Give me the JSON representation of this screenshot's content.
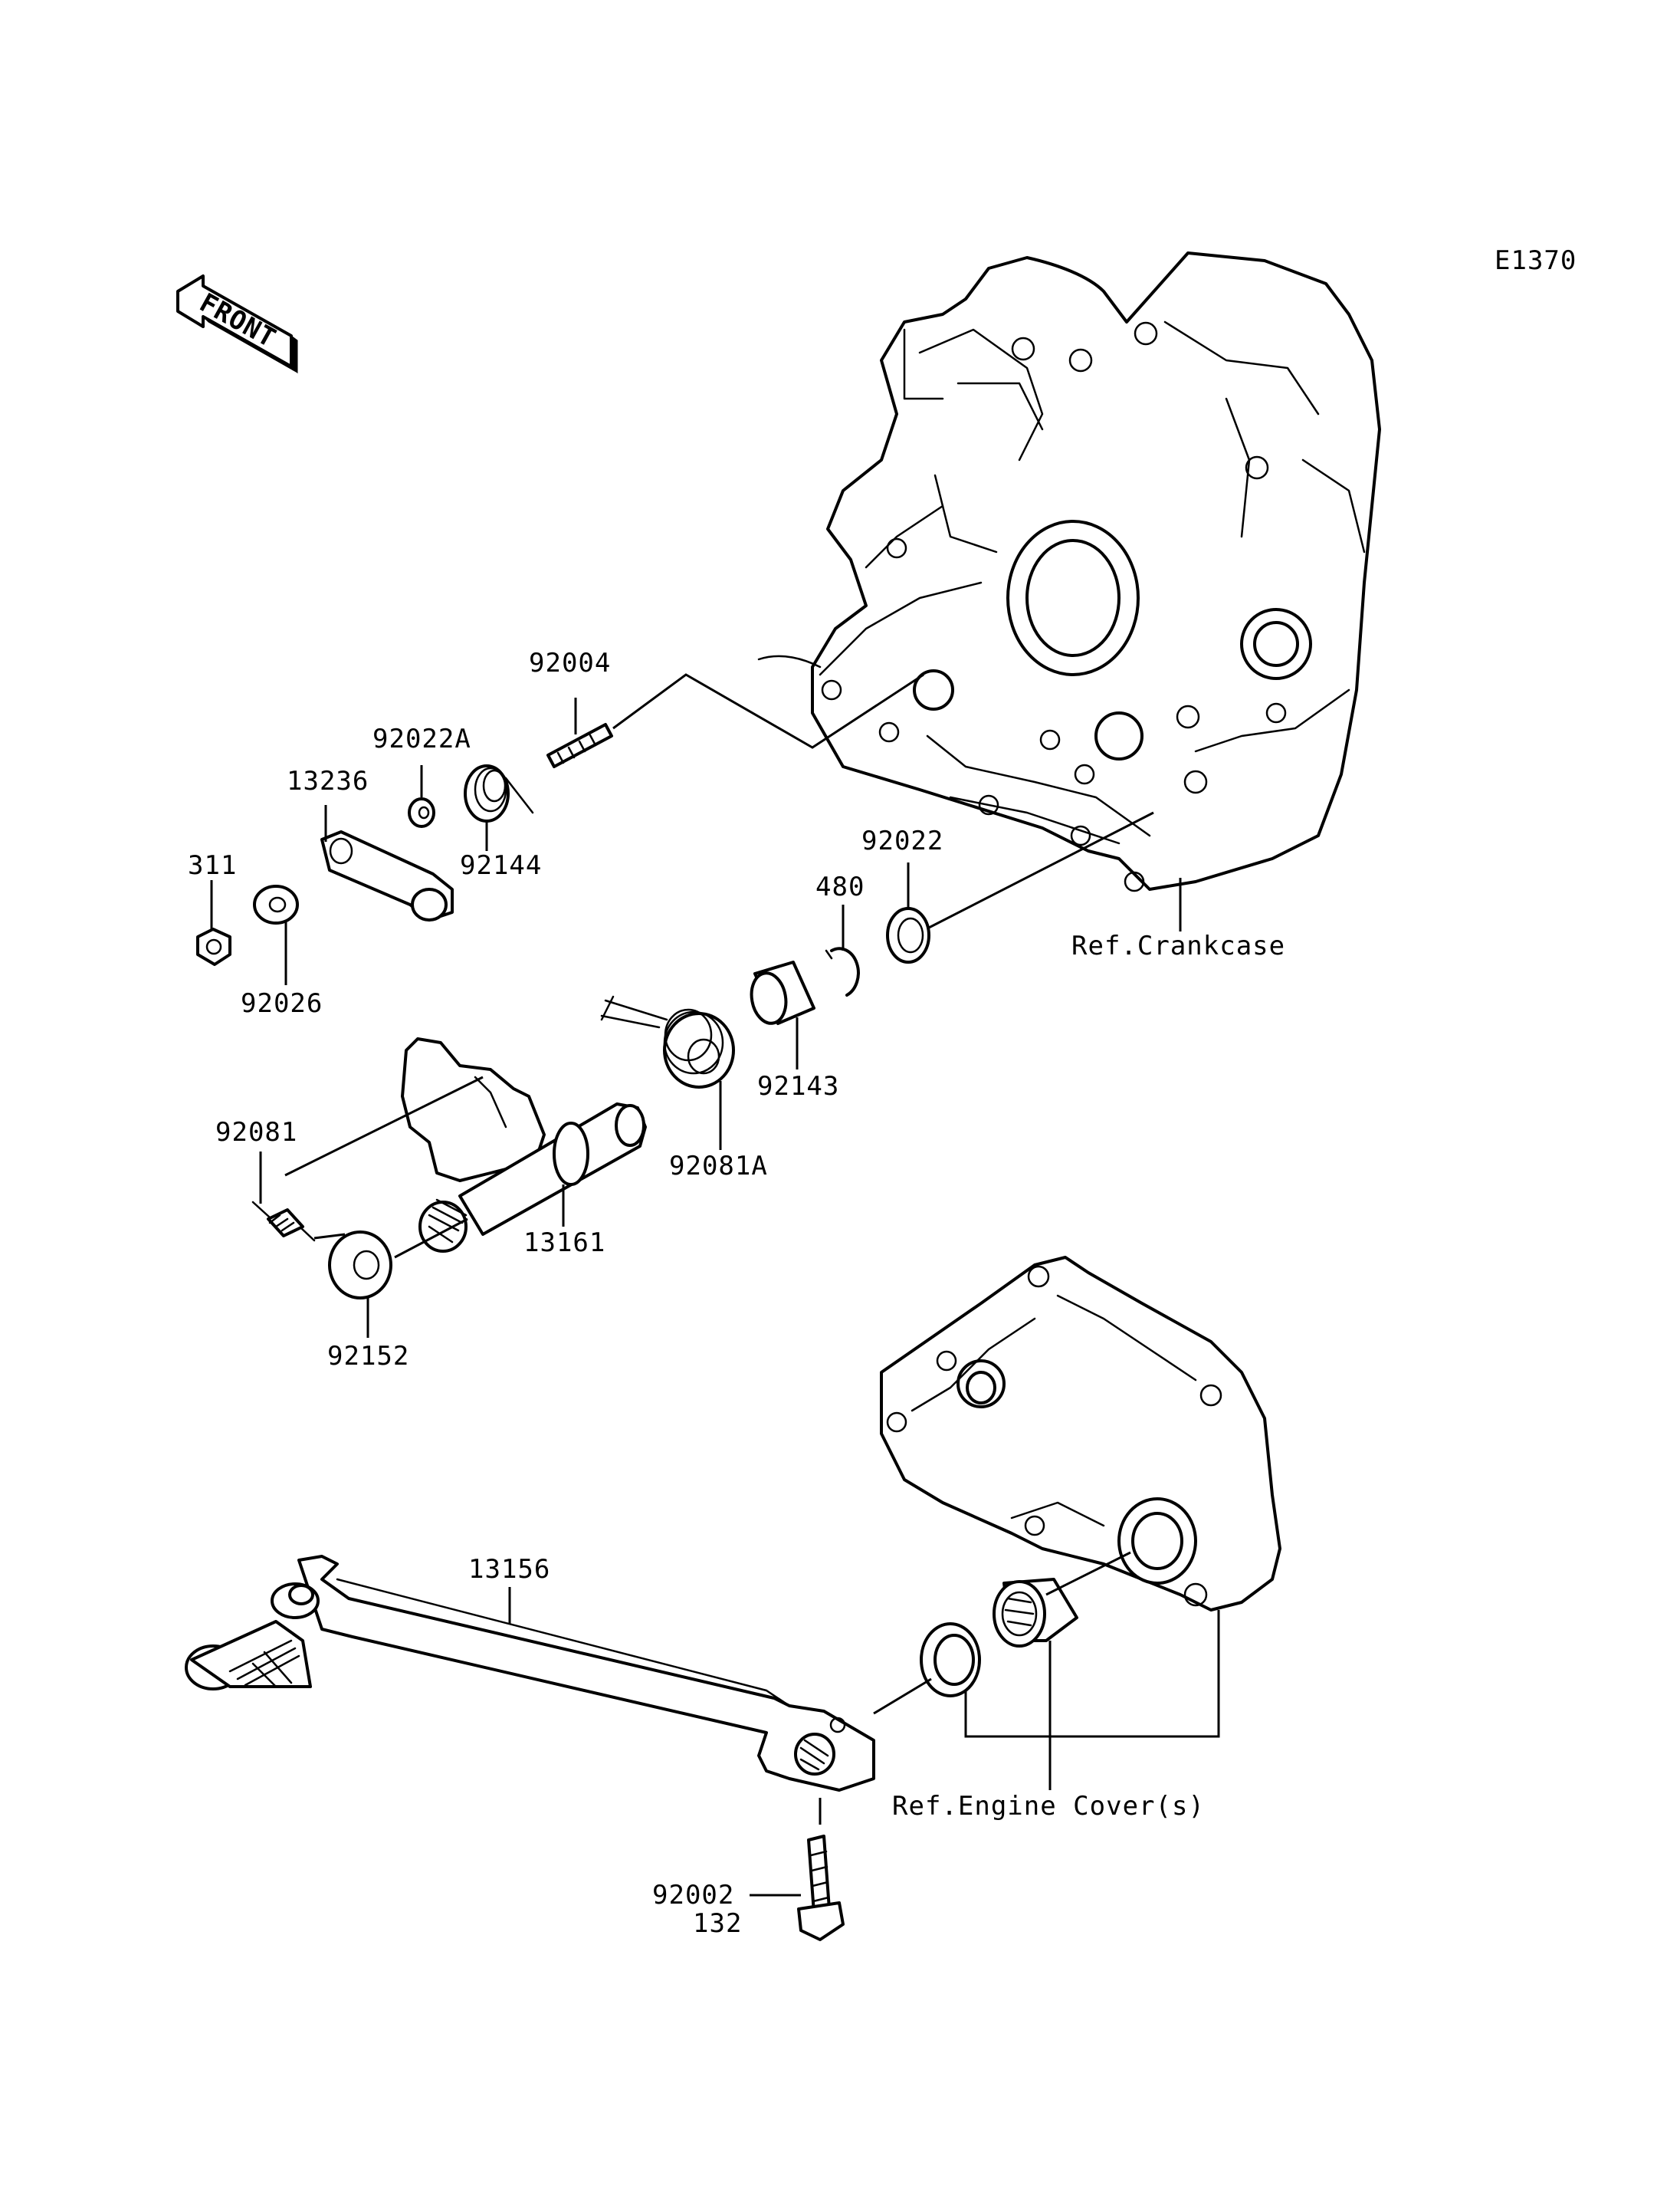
{
  "diagram_code": "E1370",
  "front_badge": "FRONT",
  "parts": {
    "p92004": "92004",
    "p92022A": "92022A",
    "p13236": "13236",
    "p92144": "92144",
    "p311": "311",
    "p92026": "92026",
    "p92022": "92022",
    "p480": "480",
    "p92143": "92143",
    "p92081": "92081",
    "p92081A": "92081A",
    "p13161": "13161",
    "p92152": "92152",
    "p13156": "13156",
    "p92002": "92002",
    "p132": "132"
  },
  "refs": {
    "crankcase": "Ref.Crankcase",
    "engine_cover": "Ref.Engine Cover(s)"
  }
}
